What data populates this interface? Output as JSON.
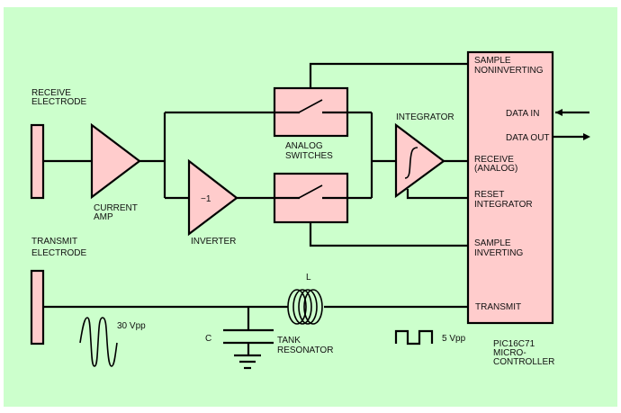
{
  "diagram": {
    "title": "Capacitive sensing front-end with PIC16C71",
    "colors": {
      "background": "#ccffcc",
      "component_fill": "#ffcccc",
      "line": "#000000"
    },
    "labels": {
      "receive_electrode": [
        "RECEIVE",
        "ELECTRODE"
      ],
      "current_amp": [
        "CURRENT",
        "AMP"
      ],
      "inverter": "INVERTER",
      "inverter_gain": "−1",
      "analog_switches": [
        "ANALOG",
        "SWITCHES"
      ],
      "integrator": "INTEGRATOR",
      "transmit_electrode": [
        "TRANSMIT",
        "ELECTRODE"
      ],
      "sine_amplitude": "30  Vpp",
      "capacitor": "C",
      "inductor": "L",
      "tank_resonator": [
        "TANK",
        "RESONATOR"
      ],
      "square_amplitude": "5  Vpp",
      "microcontroller": [
        "PIC16C71",
        "MICRO-",
        "CONTROLLER"
      ]
    },
    "mcu_pins": {
      "sample_noninverting": [
        "SAMPLE",
        "NONINVERTING"
      ],
      "data_in": "DATA IN",
      "data_out": "DATA OUT",
      "receive_analog": [
        "RECEIVE",
        "(ANALOG)"
      ],
      "reset_integrator": [
        "RESET",
        "INTEGRATOR"
      ],
      "sample_inverting": [
        "SAMPLE",
        "INVERTING"
      ],
      "transmit": "TRANSMIT"
    }
  }
}
